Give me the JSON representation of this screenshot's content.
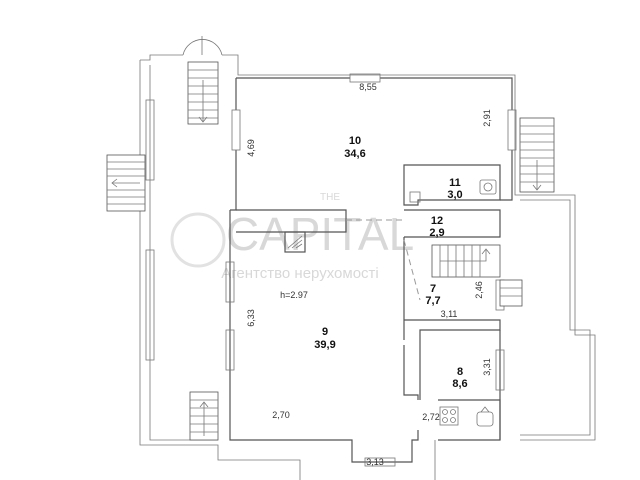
{
  "rooms": [
    {
      "id": "10",
      "area": "34,6"
    },
    {
      "id": "11",
      "area": "3,0"
    },
    {
      "id": "12",
      "area": "2,9"
    },
    {
      "id": "7",
      "area": "7,7"
    },
    {
      "id": "9",
      "area": "39,9"
    },
    {
      "id": "8",
      "area": "8,6"
    }
  ],
  "dimensions": {
    "top_width": "8,55",
    "right_upper": "2,91",
    "left_upper": "4,69",
    "ceiling_height": "h=2.97",
    "left_lower": "6,33",
    "room7_width": "3,11",
    "room7_height": "2,46",
    "room8_height": "3,31",
    "bottom_left": "2,70",
    "bottom_small": "2,72",
    "bottom_width": "3,13"
  },
  "watermark": {
    "line1": "THE",
    "line2": "CAPITAL",
    "line3": "Агентство нерухомості"
  }
}
